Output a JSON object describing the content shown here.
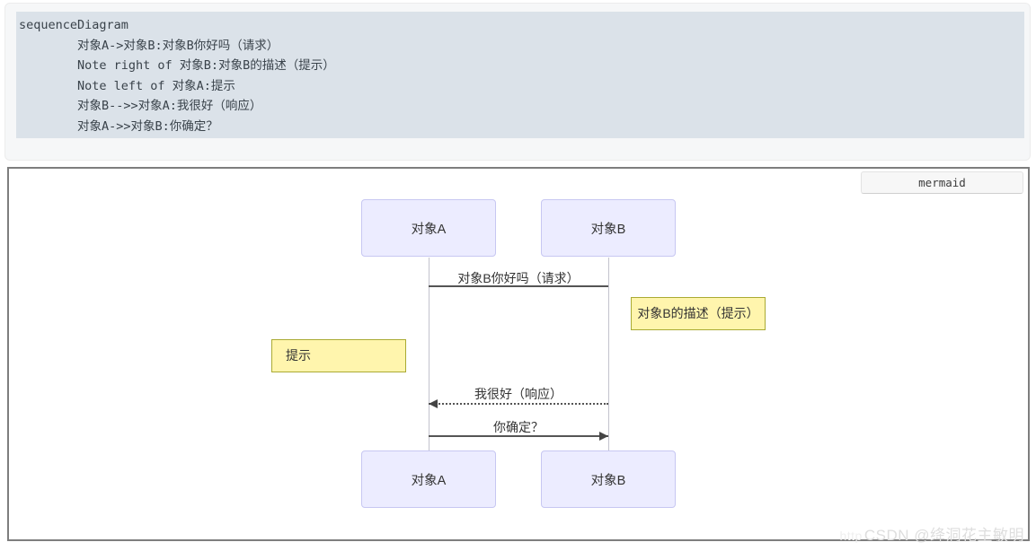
{
  "code": {
    "lines": [
      "sequenceDiagram",
      "        对象A->对象B:对象B你好吗（请求）",
      "        Note right of 对象B:对象B的描述（提示）",
      "        Note left of 对象A:提示",
      "        对象B-->>对象A:我很好（响应）",
      "        对象A->>对象B:你确定？"
    ]
  },
  "diagram": {
    "badge_label": "mermaid",
    "actors": {
      "a_top": "对象A",
      "b_top": "对象B",
      "a_bottom": "对象A",
      "b_bottom": "对象B"
    },
    "messages": [
      {
        "label": "对象B你好吗（请求）",
        "from": "对象A",
        "to": "对象B",
        "line": "solid",
        "arrowhead": "none",
        "direction": "right"
      },
      {
        "label": "我很好（响应）",
        "from": "对象B",
        "to": "对象A",
        "line": "dotted",
        "arrowhead": "filled",
        "direction": "left"
      },
      {
        "label": "你确定？",
        "from": "对象A",
        "to": "对象B",
        "line": "solid",
        "arrowhead": "filled",
        "direction": "right"
      }
    ],
    "notes": [
      {
        "label": "对象B的描述（提示）",
        "placement": "right of 对象B"
      },
      {
        "label": "提示",
        "placement": "left of 对象A"
      }
    ],
    "colors": {
      "actor_fill": "#ECECFF",
      "actor_border": "#C7C7F2",
      "note_fill": "#FFF5AD",
      "note_border": "#AAAA33",
      "message_line": "#555555",
      "lifeline": "#C3C3CD",
      "code_background": "#DBE2E9",
      "code_card_background": "#F6F7F8",
      "panel_border": "#7E7E7E"
    }
  },
  "watermark": {
    "prefix": "http",
    "label": "CSDN @绛洞花主敏明"
  }
}
